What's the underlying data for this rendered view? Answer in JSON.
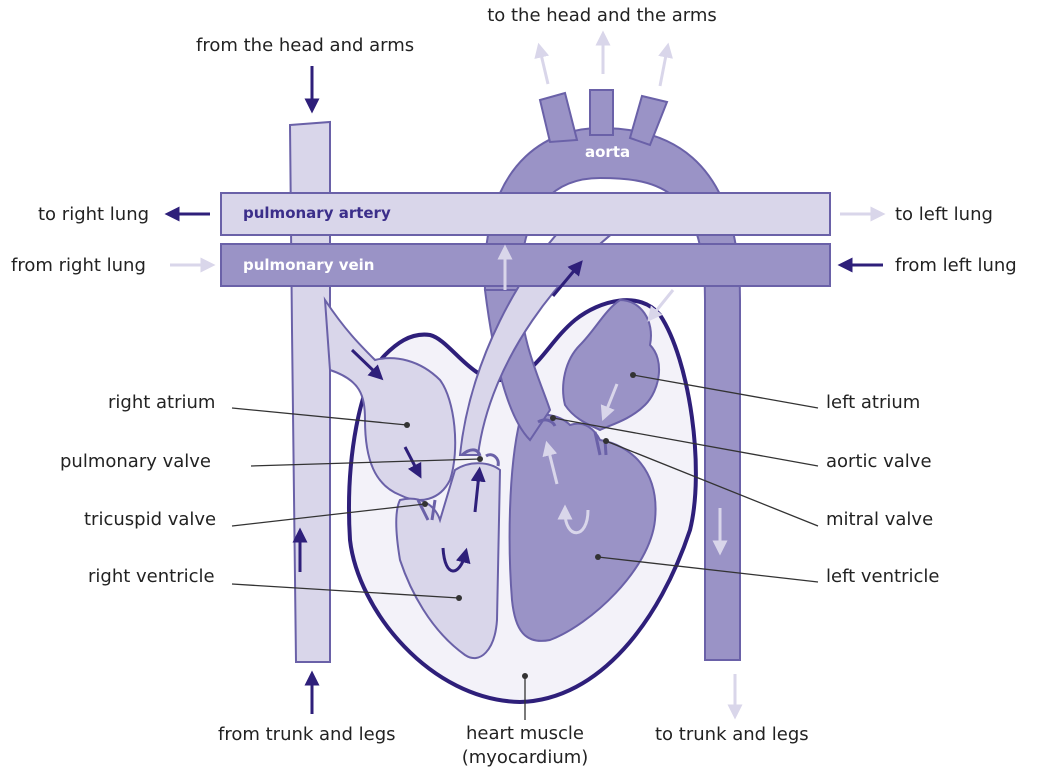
{
  "labels": {
    "top_center": "to the head and the arms",
    "top_left": "from the head and arms",
    "aorta": "aorta",
    "pulmonary_artery": "pulmonary artery",
    "pulmonary_vein": "pulmonary vein",
    "to_right_lung": "to right lung",
    "from_right_lung": "from right lung",
    "to_left_lung": "to left lung",
    "from_left_lung": "from left lung",
    "right_atrium": "right atrium",
    "pulmonary_valve": "pulmonary valve",
    "tricuspid_valve": "tricuspid valve",
    "right_ventricle": "right ventricle",
    "left_atrium": "left atrium",
    "aortic_valve": "aortic valve",
    "mitral_valve": "mitral valve",
    "left_ventricle": "left ventricle",
    "from_trunk_and_legs": "from trunk and legs",
    "to_trunk_and_legs": "to trunk and legs",
    "heart_muscle_line1": "heart muscle",
    "heart_muscle_line2": "(myocardium)"
  },
  "colors": {
    "deoxygenated": "#d9d6ea",
    "oxygenated": "#9a93c6",
    "outline": "#6a61a8",
    "dark_arrow": "#2e1f7a",
    "light_arrow": "#d9d6ea",
    "myocardium": "#f3f2f9",
    "leader_line": "#333333"
  }
}
